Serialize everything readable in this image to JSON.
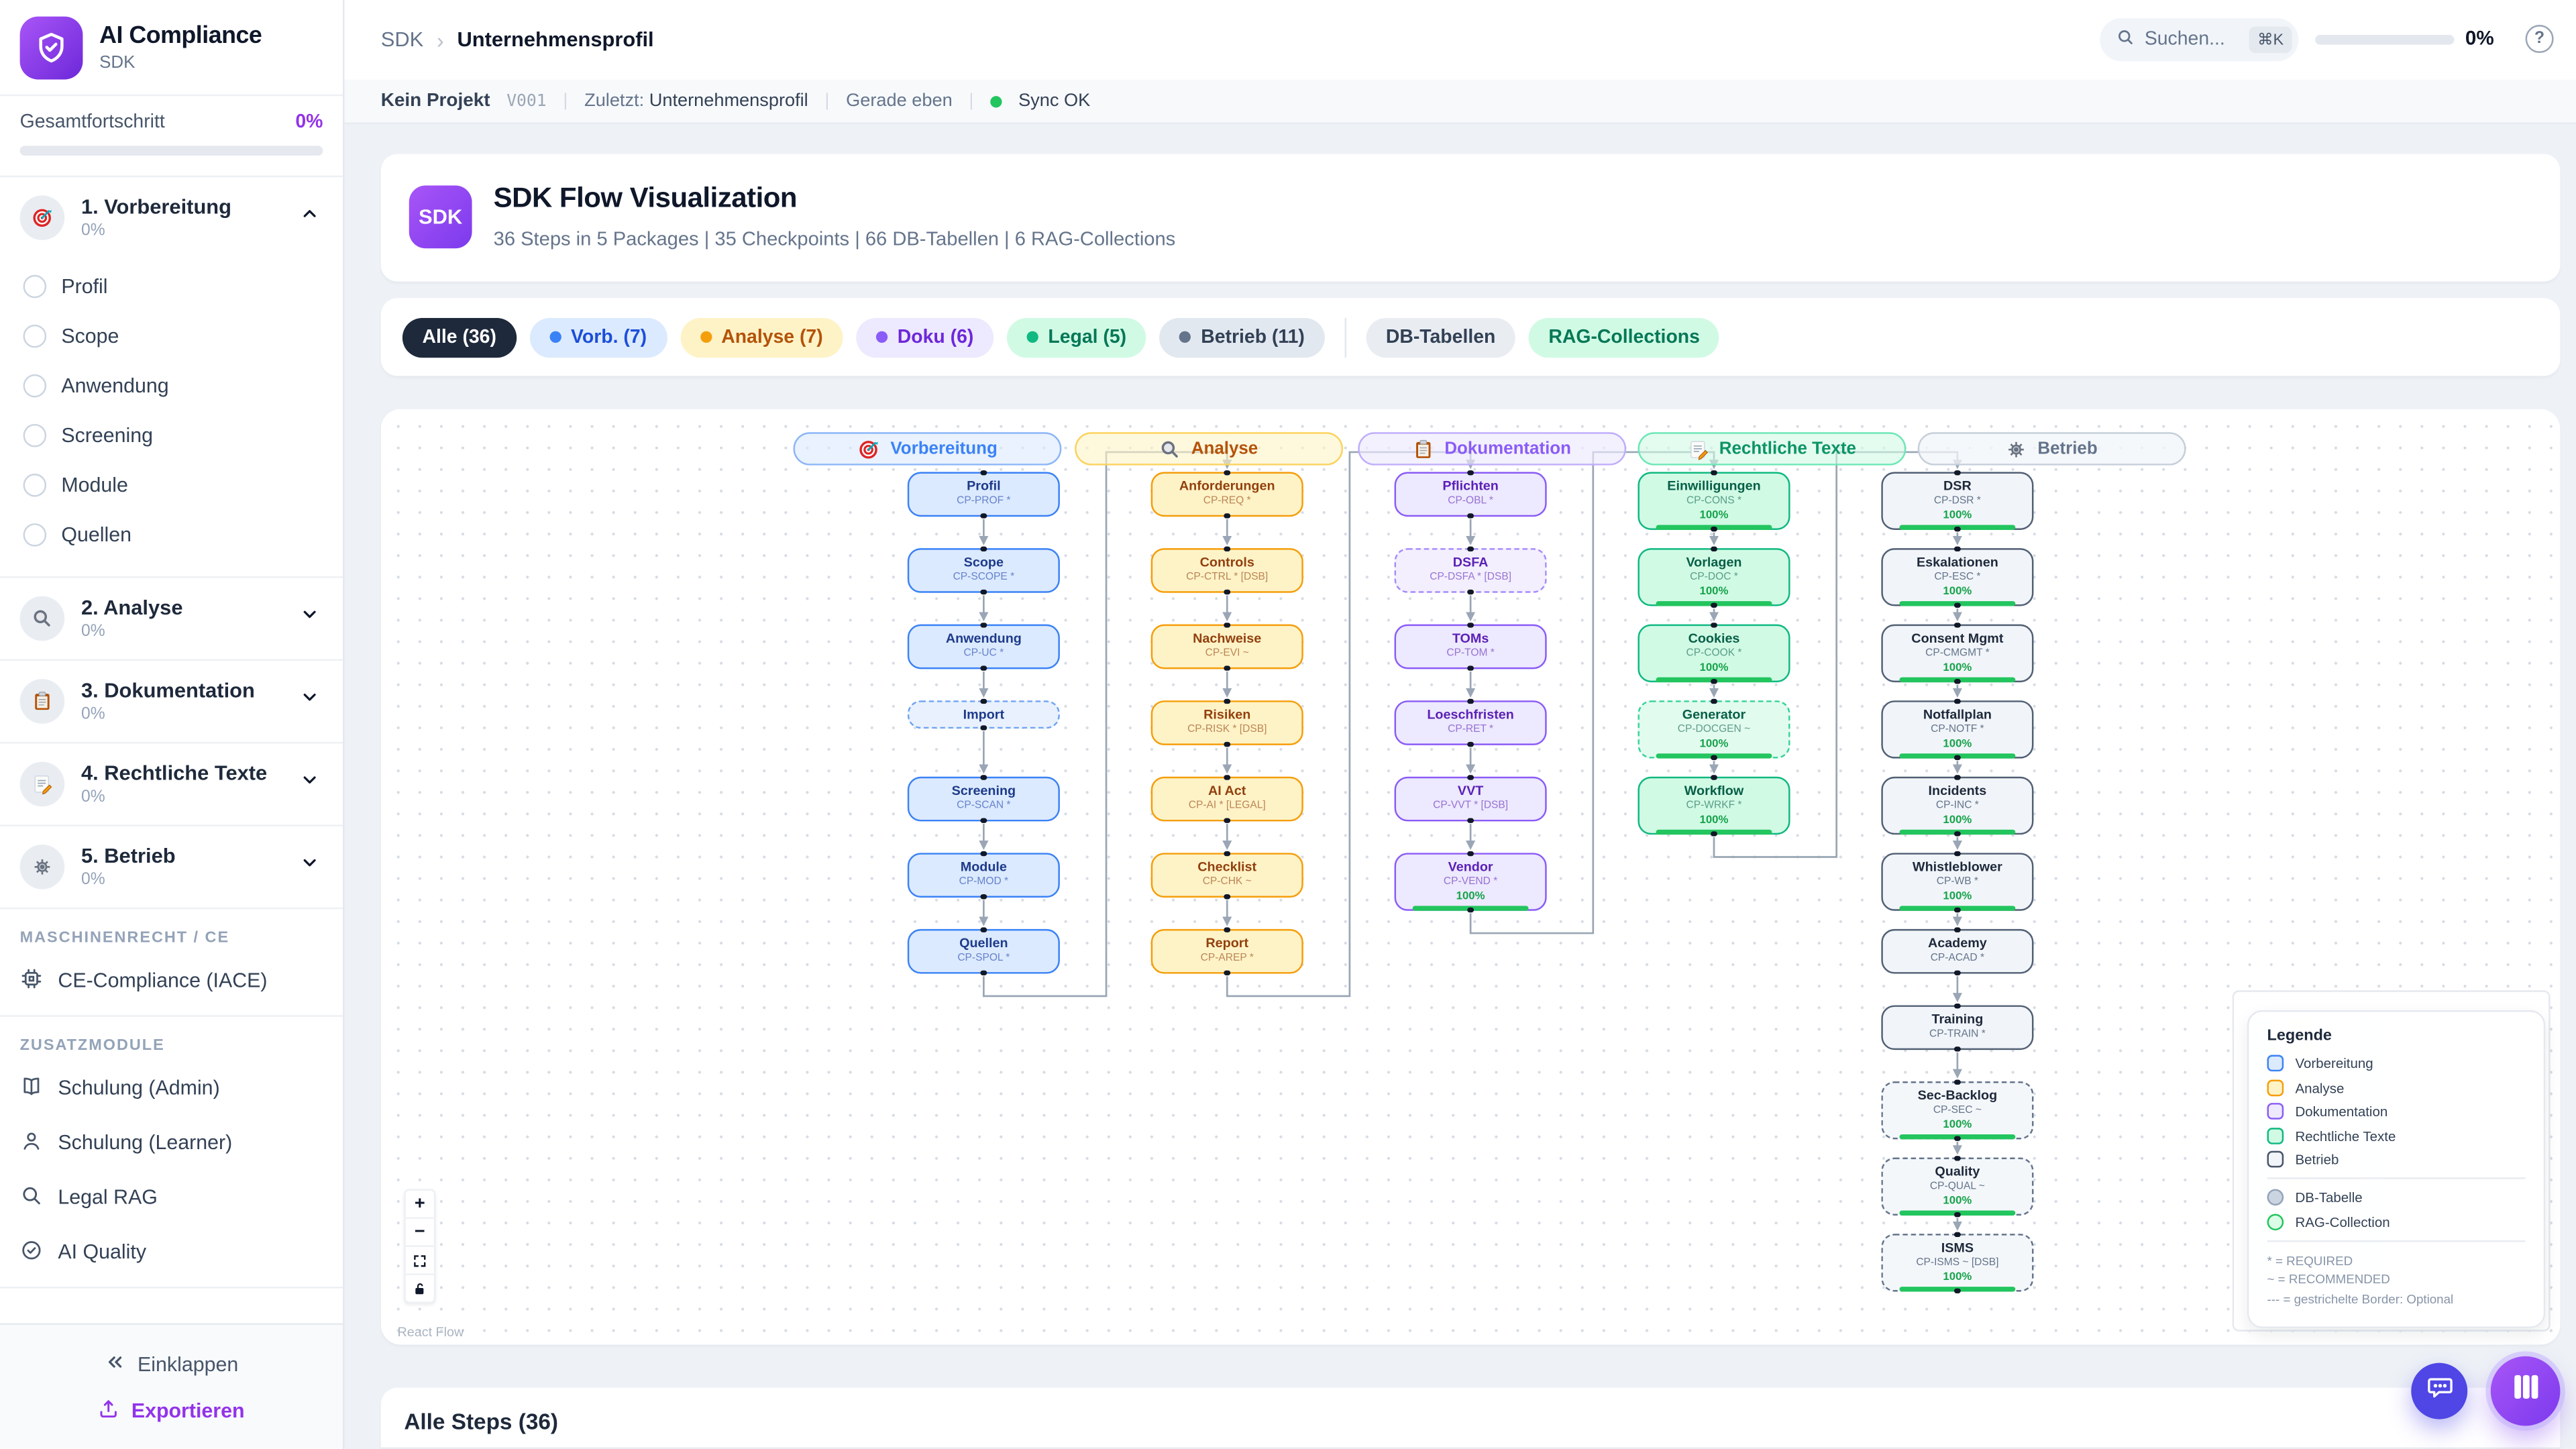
{
  "app": {
    "title": "AI Compliance",
    "subtitle": "SDK"
  },
  "sidebar": {
    "overall": {
      "label": "Gesamtfortschritt",
      "value": "0%"
    },
    "sections": [
      {
        "icon": "target",
        "label": "1. Vorbereitung",
        "pct": "0%",
        "expanded": true,
        "items": [
          "Profil",
          "Scope",
          "Anwendung",
          "Screening",
          "Module",
          "Quellen"
        ]
      },
      {
        "icon": "search",
        "label": "2. Analyse",
        "pct": "0%",
        "expanded": false,
        "items": []
      },
      {
        "icon": "clipboard",
        "label": "3. Dokumentation",
        "pct": "0%",
        "expanded": false,
        "items": []
      },
      {
        "icon": "memo",
        "label": "4. Rechtliche Texte",
        "pct": "0%",
        "expanded": false,
        "items": []
      },
      {
        "icon": "gear",
        "label": "5. Betrieb",
        "pct": "0%",
        "expanded": false,
        "items": []
      }
    ],
    "groups": [
      {
        "heading": "MASCHINENRECHT / CE",
        "items": [
          {
            "icon": "cpu",
            "label": "CE-Compliance (IACE)"
          }
        ]
      },
      {
        "heading": "ZUSATZMODULE",
        "items": [
          {
            "icon": "book",
            "label": "Schulung (Admin)"
          },
          {
            "icon": "user",
            "label": "Schulung (Learner)"
          },
          {
            "icon": "search-outline",
            "label": "Legal RAG"
          },
          {
            "icon": "check-circle",
            "label": "AI Quality"
          }
        ]
      }
    ],
    "collapse_label": "Einklappen",
    "export_label": "Exportieren"
  },
  "topbar": {
    "breadcrumb": [
      "SDK",
      "Unternehmensprofil"
    ],
    "search_placeholder": "Suchen...",
    "search_shortcut": "⌘K",
    "progress_value": "0%",
    "help_glyph": "?"
  },
  "statusbar": {
    "project": "Kein Projekt",
    "version": "V001",
    "last_label": "Zuletzt:",
    "last_value": "Unternehmensprofil",
    "time_ago": "Gerade eben",
    "sync": "Sync OK",
    "sync_color": "#22c55e"
  },
  "hero": {
    "badge": "SDK",
    "title": "SDK Flow Visualization",
    "stats": "36 Steps in 5 Packages | 35 Checkpoints | 66 DB-Tabellen | 6 RAG-Collections"
  },
  "filters": {
    "pills": [
      {
        "label": "Alle (36)",
        "style": "all"
      },
      {
        "label": "Vorb. (7)",
        "style": "blue",
        "dot": "#3b82f6"
      },
      {
        "label": "Analyse (7)",
        "style": "yellow",
        "dot": "#f59e0b"
      },
      {
        "label": "Doku (6)",
        "style": "purple",
        "dot": "#8b5cf6"
      },
      {
        "label": "Legal (5)",
        "style": "green",
        "dot": "#10b981"
      },
      {
        "label": "Betrieb (11)",
        "style": "slate",
        "dot": "#64748b"
      }
    ],
    "extra": [
      {
        "label": "DB-Tabellen",
        "style": "gray"
      },
      {
        "label": "RAG-Collections",
        "style": "rag"
      }
    ]
  },
  "flow": {
    "groups": [
      {
        "name": "Vorbereitung",
        "icon": "target",
        "color": "blue",
        "nodes": [
          {
            "title": "Profil",
            "code": "CP-PROF *"
          },
          {
            "title": "Scope",
            "code": "CP-SCOPE *"
          },
          {
            "title": "Anwendung",
            "code": "CP-UC *"
          },
          {
            "title": "Import",
            "dashed": true
          },
          {
            "title": "Screening",
            "code": "CP-SCAN *"
          },
          {
            "title": "Module",
            "code": "CP-MOD *"
          },
          {
            "title": "Quellen",
            "code": "CP-SPOL *"
          }
        ]
      },
      {
        "name": "Analyse",
        "icon": "search",
        "color": "yellow",
        "nodes": [
          {
            "title": "Anforderungen",
            "code": "CP-REQ *"
          },
          {
            "title": "Controls",
            "code": "CP-CTRL * [DSB]"
          },
          {
            "title": "Nachweise",
            "code": "CP-EVI ~"
          },
          {
            "title": "Risiken",
            "code": "CP-RISK * [DSB]"
          },
          {
            "title": "AI Act",
            "code": "CP-AI * [LEGAL]"
          },
          {
            "title": "Checklist",
            "code": "CP-CHK ~"
          },
          {
            "title": "Report",
            "code": "CP-AREP *"
          }
        ]
      },
      {
        "name": "Dokumentation",
        "icon": "clipboard",
        "color": "purple",
        "nodes": [
          {
            "title": "Pflichten",
            "code": "CP-OBL *"
          },
          {
            "title": "DSFA",
            "code": "CP-DSFA * [DSB]",
            "dashed": true
          },
          {
            "title": "TOMs",
            "code": "CP-TOM *"
          },
          {
            "title": "Loeschfristen",
            "code": "CP-RET *"
          },
          {
            "title": "VVT",
            "code": "CP-VVT * [DSB]"
          },
          {
            "title": "Vendor",
            "code": "CP-VEND *",
            "pct": "100%"
          }
        ]
      },
      {
        "name": "Rechtliche Texte",
        "icon": "memo",
        "color": "green",
        "nodes": [
          {
            "title": "Einwilligungen",
            "code": "CP-CONS *",
            "pct": "100%"
          },
          {
            "title": "Vorlagen",
            "code": "CP-DOC *",
            "pct": "100%"
          },
          {
            "title": "Cookies",
            "code": "CP-COOK *",
            "pct": "100%"
          },
          {
            "title": "Generator",
            "code": "CP-DOCGEN ~",
            "pct": "100%",
            "dashed": true
          },
          {
            "title": "Workflow",
            "code": "CP-WRKF *",
            "pct": "100%"
          }
        ]
      },
      {
        "name": "Betrieb",
        "icon": "gear",
        "color": "slate",
        "nodes": [
          {
            "title": "DSR",
            "code": "CP-DSR *",
            "pct": "100%"
          },
          {
            "title": "Eskalationen",
            "code": "CP-ESC *",
            "pct": "100%"
          },
          {
            "title": "Consent Mgmt",
            "code": "CP-CMGMT *",
            "pct": "100%"
          },
          {
            "title": "Notfallplan",
            "code": "CP-NOTF *",
            "pct": "100%"
          },
          {
            "title": "Incidents",
            "code": "CP-INC *",
            "pct": "100%"
          },
          {
            "title": "Whistleblower",
            "code": "CP-WB *",
            "pct": "100%"
          },
          {
            "title": "Academy",
            "code": "CP-ACAD *"
          },
          {
            "title": "Training",
            "code": "CP-TRAIN *"
          },
          {
            "title": "Sec-Backlog",
            "code": "CP-SEC ~",
            "pct": "100%",
            "dashed": true
          },
          {
            "title": "Quality",
            "code": "CP-QUAL ~",
            "pct": "100%",
            "dashed": true
          },
          {
            "title": "ISMS",
            "code": "CP-ISMS ~ [DSB]",
            "pct": "100%",
            "dashed": true
          }
        ]
      }
    ],
    "legend": {
      "title": "Legende",
      "categories": [
        {
          "label": "Vorbereitung",
          "color": "#3b82f6",
          "bg": "#dbeafe"
        },
        {
          "label": "Analyse",
          "color": "#f59e0b",
          "bg": "#fef3c7"
        },
        {
          "label": "Dokumentation",
          "color": "#8b5cf6",
          "bg": "#ede9fe"
        },
        {
          "label": "Rechtliche Texte",
          "color": "#10b981",
          "bg": "#d1fae5"
        },
        {
          "label": "Betrieb",
          "color": "#475569",
          "bg": "#f1f5f9"
        }
      ],
      "shapes": [
        {
          "label": "DB-Tabelle",
          "color": "#94a3b8",
          "bg": "#cbd5e1"
        },
        {
          "label": "RAG-Collection",
          "color": "#22c55e",
          "bg": "#dcfce7"
        }
      ],
      "notes": [
        "* = REQUIRED",
        "~ = RECOMMENDED",
        "--- = gestrichelte Border: Optional"
      ]
    },
    "controls": [
      "+",
      "−",
      "fit",
      "lock"
    ],
    "attribution": "React Flow"
  },
  "steps_panel": {
    "title": "Alle Steps (36)"
  }
}
